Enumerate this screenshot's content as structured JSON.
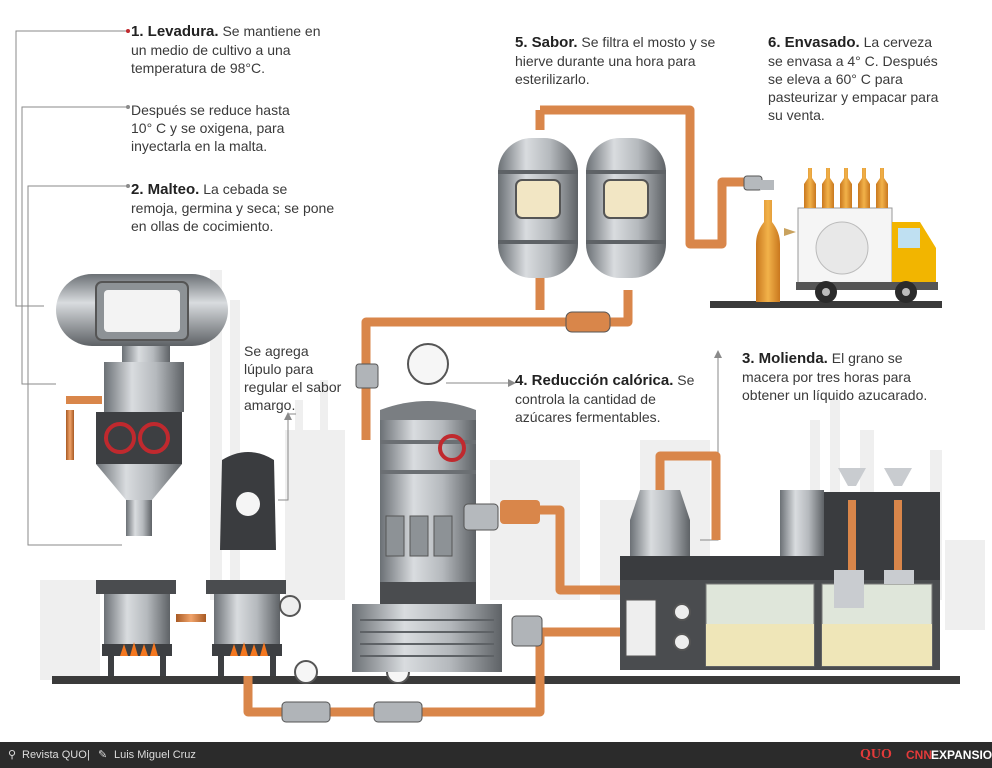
{
  "steps": {
    "levadura": {
      "title": "1. Levadura.",
      "body": "Se mantiene en un medio de cultivo a una temperatura de 98°C."
    },
    "oxigena": {
      "body": "Después se reduce hasta 10° C y se oxigena, para inyectarla en la malta."
    },
    "malteo": {
      "title": "2. Malteo.",
      "body": "La cebada se remoja, germina y seca; se pone en ollas de cocimiento."
    },
    "lupulo": {
      "body": "Se agrega lúpulo para regular el sabor amargo."
    },
    "reduccion": {
      "title": "4. Reducción calórica.",
      "body": "Se controla la cantidad de azúcares fermentables."
    },
    "sabor": {
      "title": "5. Sabor.",
      "body": "Se filtra el mosto y se hierve durante una hora para esterilizarlo."
    },
    "envasado": {
      "title": "6. Envasado.",
      "body": "La cerveza se envasa a 4° C. Después se eleva a 60° C para pasteurizar y empacar para su venta."
    },
    "molienda": {
      "title": "3. Molienda.",
      "body": "El grano se macera por tres horas para obtener un líquido azucarado."
    }
  },
  "footer": {
    "source": "Revista QUO",
    "separator": "|",
    "author": "Luis Miguel Cruz",
    "logo_quo": "QUO",
    "logo_cnn": "CNN",
    "logo_expansion": "EXPANSION"
  },
  "colors": {
    "pipe": "#d9864a",
    "pipe_dark": "#a85a24",
    "steel": "#a9adb1",
    "steel_dark": "#5e6266",
    "valve": "#c0292e",
    "beer": "#e8a33a",
    "flame": "#f4771f",
    "truck": "#f2b500",
    "skyline": "#ececec",
    "leader": "#8a8a8a"
  }
}
